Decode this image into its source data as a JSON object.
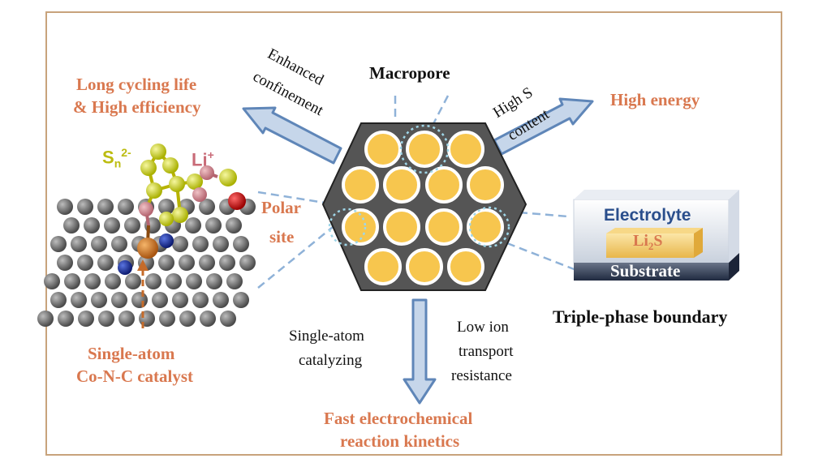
{
  "labels": {
    "macropore": "Macropore",
    "enhanced": "Enhanced",
    "confinement": "confinement",
    "high_s": "High S",
    "content": "content",
    "long_cycling_1": "Long cycling life",
    "long_cycling_2": "& High efficiency",
    "high_energy": "High energy",
    "sn": "S",
    "sn_sub": "n",
    "sn_sup": "2-",
    "li": "Li",
    "li_sup": "+",
    "polar_1": "Polar",
    "polar_2": "site",
    "electrolyte": "Electrolyte",
    "li2s_a": "Li",
    "li2s_sub": "2",
    "li2s_b": "S",
    "substrate": "Substrate",
    "triple": "Triple-phase boundary",
    "single_catalyzing_1": "Single-atom",
    "single_catalyzing_2": "catalyzing",
    "low_ion_1": "Low ion",
    "low_ion_2": "transport",
    "low_ion_3": "resistance",
    "catalyst_1": "Single-atom",
    "catalyst_2": "Co-N-C catalyst",
    "fast_1": "Fast electrochemical",
    "fast_2": "reaction kinetics"
  },
  "colors": {
    "accent": "#d9784f",
    "arrow_fill": "#c6d6ea",
    "arrow_stroke": "#5f86b8",
    "hexagon": "#555555",
    "pore": "#f7c64e",
    "sulfur": "#d6dc2a",
    "lithium": "#d88a92",
    "cobalt": "#d0761e",
    "nitrogen": "#1a2f9a",
    "carbon": "#6f6f6f",
    "electrolyte": "#2a4e8c"
  }
}
